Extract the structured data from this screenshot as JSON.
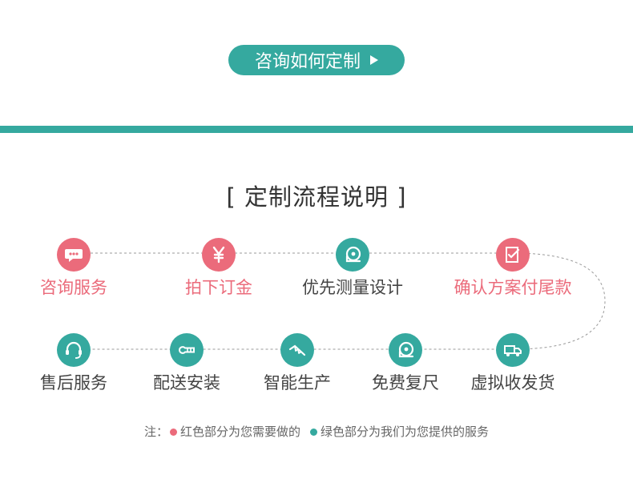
{
  "cta": {
    "label": "咨询如何定制"
  },
  "section_title": "[ 定制流程说明 ]",
  "steps_row1": [
    {
      "label": "咨询服务",
      "icon": "chat-bubble-icon",
      "color": "#eb6b7b"
    },
    {
      "label": "拍下订金",
      "icon": "yen-icon",
      "color": "#eb6b7b"
    },
    {
      "label": "优先测量设计",
      "icon": "tape-measure-icon",
      "color": "#35a99f"
    },
    {
      "label": "确认方案付尾款",
      "icon": "checklist-icon",
      "color": "#eb6b7b"
    }
  ],
  "steps_row2": [
    {
      "label": "售后服务",
      "icon": "headset-icon",
      "color": "#35a99f"
    },
    {
      "label": "配送安装",
      "icon": "wrench-icon",
      "color": "#35a99f"
    },
    {
      "label": "智能生产",
      "icon": "saw-icon",
      "color": "#35a99f"
    },
    {
      "label": "免费复尺",
      "icon": "tape-measure-icon",
      "color": "#35a99f"
    },
    {
      "label": "虚拟收发货",
      "icon": "truck-icon",
      "color": "#35a99f"
    }
  ],
  "note": {
    "prefix": "注：",
    "red_part": "红色部分为您需要做的",
    "green_part": "绿色部分为我们为您提供的服务"
  },
  "colors": {
    "teal": "#35a99f",
    "pink": "#eb6b7b"
  }
}
